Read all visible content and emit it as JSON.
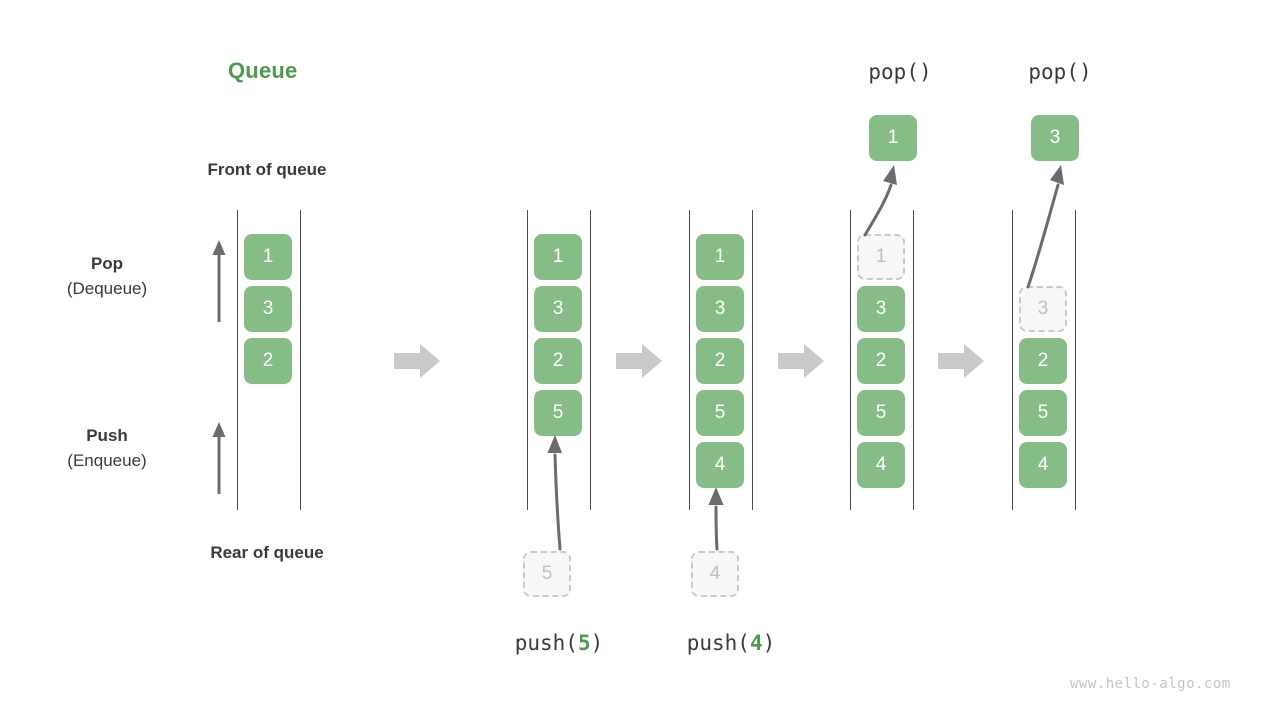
{
  "diagram": {
    "title": "Queue",
    "title_color": "#4c9a4c",
    "box_color": "#86bc86",
    "ghost_color": "#f7f7f7",
    "ghost_border_color": "#c9c9c9",
    "rail_color": "#4a4a4a",
    "arrow_color": "#6b6b6b",
    "separator_color": "#c9c9c9",
    "watermark": "www.hello-algo.com"
  },
  "labels": {
    "front_of_queue": "Front of queue",
    "rear_of_queue": "Rear of queue",
    "pop_main": "Pop",
    "pop_sub": "(Dequeue)",
    "push_main": "Push",
    "push_sub": "(Enqueue)"
  },
  "captions": {
    "push5_fn": "push(",
    "push5_arg": "5",
    "push5_close": ")",
    "push4_fn": "push(",
    "push4_arg": "4",
    "push4_close": ")",
    "pop1": "pop()",
    "pop2": "pop()"
  },
  "columns": [
    {
      "name": "initial-queue",
      "items": [
        {
          "value": "1",
          "state": "filled"
        },
        {
          "value": "3",
          "state": "filled"
        },
        {
          "value": "2",
          "state": "filled"
        }
      ]
    },
    {
      "name": "after-push-5",
      "items": [
        {
          "value": "1",
          "state": "filled"
        },
        {
          "value": "3",
          "state": "filled"
        },
        {
          "value": "2",
          "state": "filled"
        },
        {
          "value": "5",
          "state": "filled"
        }
      ],
      "incoming": {
        "value": "5",
        "state": "ghost"
      }
    },
    {
      "name": "after-push-4",
      "items": [
        {
          "value": "1",
          "state": "filled"
        },
        {
          "value": "3",
          "state": "filled"
        },
        {
          "value": "2",
          "state": "filled"
        },
        {
          "value": "5",
          "state": "filled"
        },
        {
          "value": "4",
          "state": "filled"
        }
      ],
      "incoming": {
        "value": "4",
        "state": "ghost"
      }
    },
    {
      "name": "after-pop-1",
      "items": [
        {
          "value": "1",
          "state": "ghost"
        },
        {
          "value": "3",
          "state": "filled"
        },
        {
          "value": "2",
          "state": "filled"
        },
        {
          "value": "5",
          "state": "filled"
        },
        {
          "value": "4",
          "state": "filled"
        }
      ],
      "popped": {
        "value": "1",
        "state": "filled"
      }
    },
    {
      "name": "after-pop-3",
      "items": [
        {
          "value": "3",
          "state": "ghost"
        },
        {
          "value": "2",
          "state": "filled"
        },
        {
          "value": "5",
          "state": "filled"
        },
        {
          "value": "4",
          "state": "filled"
        }
      ],
      "popped": {
        "value": "3",
        "state": "filled"
      }
    }
  ]
}
